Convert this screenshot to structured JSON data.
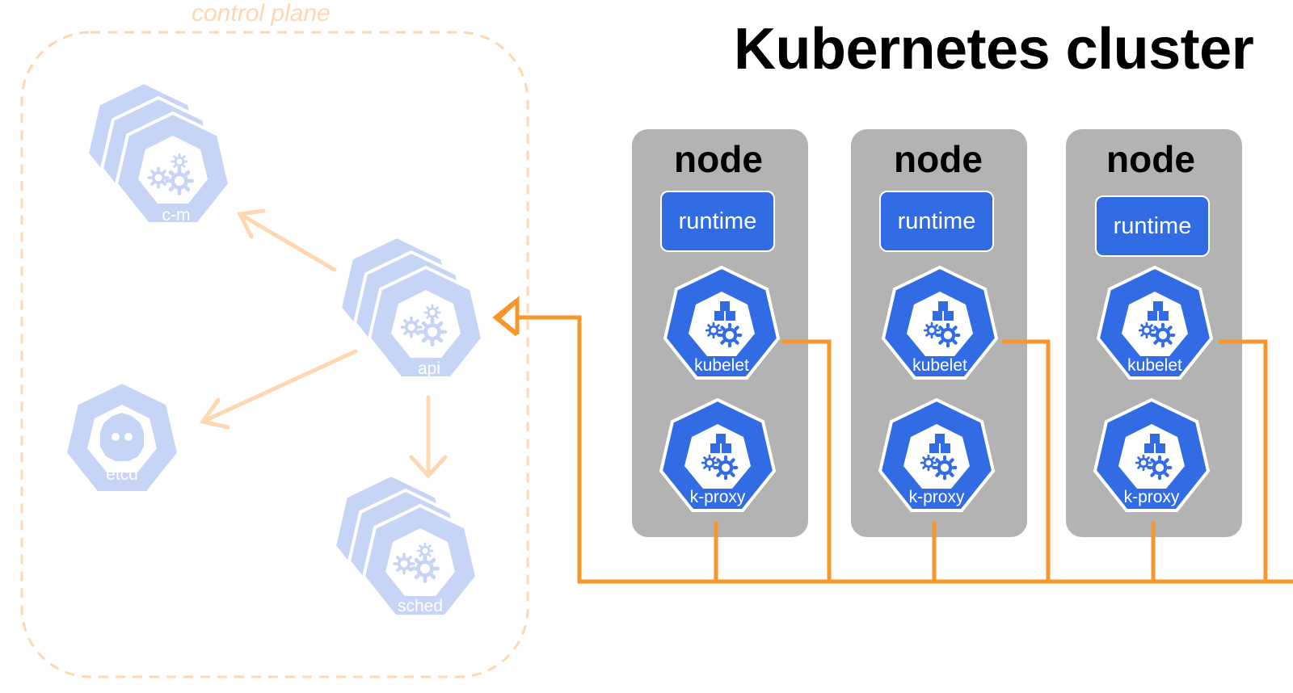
{
  "title": "Kubernetes cluster",
  "control_plane": {
    "label": "control plane",
    "components": {
      "cm": "c-m",
      "api": "api",
      "etcd": "etcd",
      "sched": "sched"
    }
  },
  "nodes": [
    {
      "title": "node",
      "runtime": "runtime",
      "kubelet": "kubelet",
      "kproxy": "k-proxy"
    },
    {
      "title": "node",
      "runtime": "runtime",
      "kubelet": "kubelet",
      "kproxy": "k-proxy"
    },
    {
      "title": "node",
      "runtime": "runtime",
      "kubelet": "kubelet",
      "kproxy": "k-proxy"
    }
  ],
  "colors": {
    "k8s_blue": "#326ce5",
    "faded_blue": "#c6d4f6",
    "orange": "#f7962b",
    "faded_orange": "#ffd7b0",
    "node_gray": "#b3b3b3"
  }
}
